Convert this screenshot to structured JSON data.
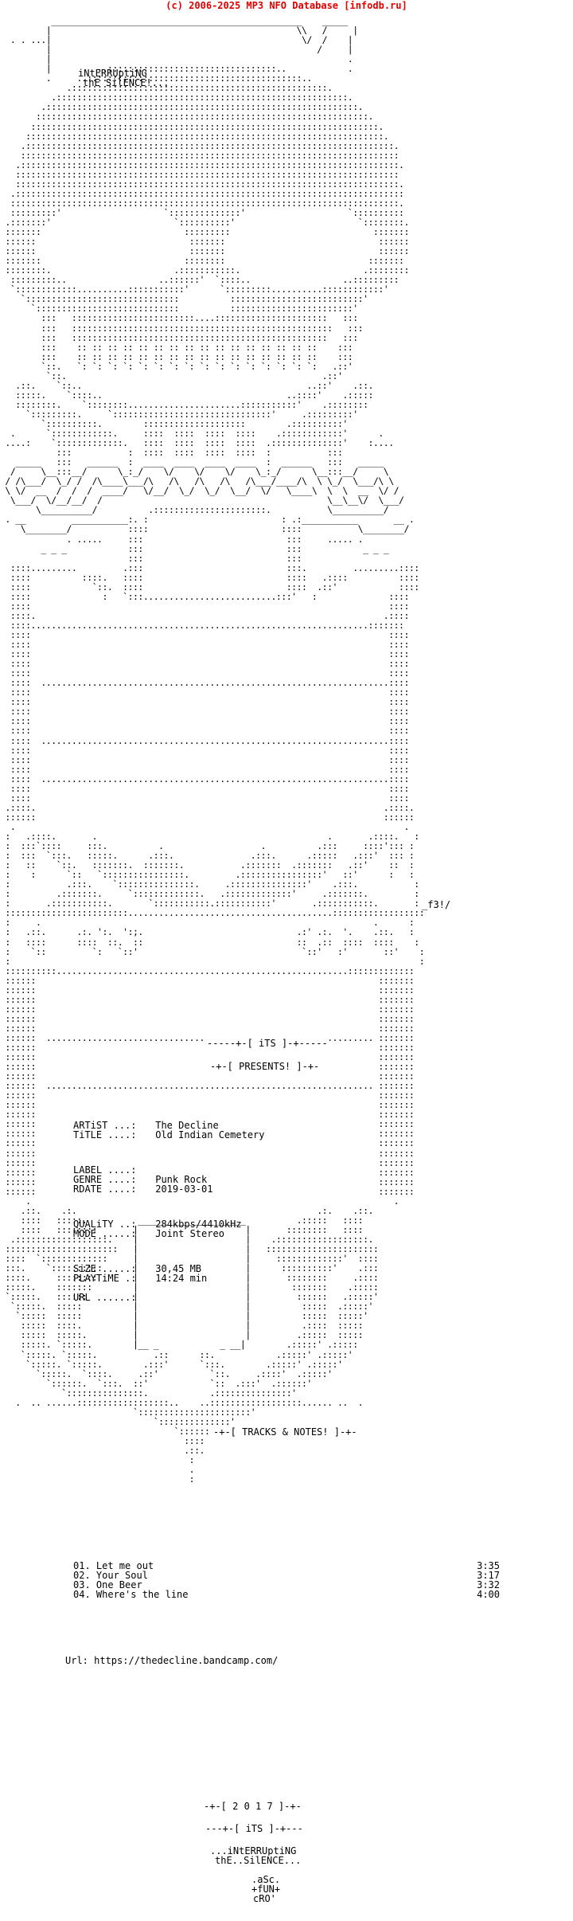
{
  "header": {
    "text": "(c) 2006-2025 MP3 NFO Database [infodb.ru]",
    "color": "#e00000"
  },
  "banner": {
    "group_line1": "iNtERRUptiNG",
    "group_line2": "thE SilENCE!...",
    "its": "-----+-[ iTS ]-+-----",
    "presents": "-+-[ PRESENTS! ]-+-",
    "signature": "_f3!/"
  },
  "release": {
    "artist_label": "ARTiST ...:",
    "artist": "The Decline",
    "title_label": "TiTLE ....:",
    "title": "Old Indian Cemetery",
    "label_label": "LABEL ....:",
    "label": "",
    "genre_label": "GENRE ....:",
    "genre": "Punk Rock",
    "rdate_label": "RDATE ....:",
    "rdate": "2019-03-01",
    "quality_label": "QUALiTY ..:",
    "quality": "284kbps/4410kHz",
    "mode_label": "MODE .....:",
    "mode": "Joint Stereo",
    "size_label": "SiZE .....:",
    "size": "30,45 MB",
    "playtime_label": "PLAYTiME .:",
    "playtime": "14:24 min",
    "url_label": "URL ......:",
    "url": ""
  },
  "tracks_header": "-+-[ TRACKS & NOTES! ]-+-",
  "tracks": [
    {
      "title": "01. Let me out",
      "time": "3:35"
    },
    {
      "title": "02. Your Soul",
      "time": "3:17"
    },
    {
      "title": "03. One Beer",
      "time": "3:32"
    },
    {
      "title": "04. Where's the line",
      "time": "4:00"
    }
  ],
  "notes_url": "Url: https://thedecline.bandcamp.com/",
  "footer": {
    "year": "-+-[ 2 0 1 7 ]-+-",
    "its": "---+-[ iTS ]-+---",
    "group": "...iNtERRUptiNG",
    "group2": "thE..SilENCE...",
    "credit1": ".aSc.",
    "credit2": "+fUN+",
    "credit3": "cRO'"
  }
}
